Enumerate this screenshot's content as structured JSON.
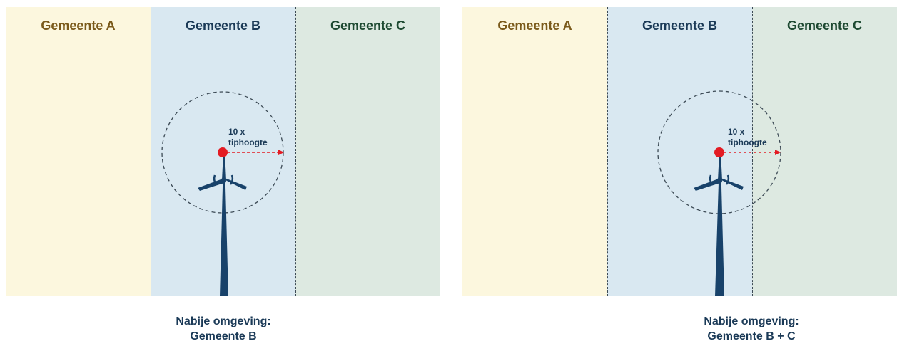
{
  "colors": {
    "zone_a_bg": "#fcf7de",
    "zone_b_bg": "#d9e8f1",
    "zone_c_bg": "#dde9e1",
    "zone_a_text": "#7a5a1a",
    "zone_b_text": "#1b3a57",
    "zone_c_text": "#1e4a32",
    "turbine": "#18426a",
    "hub": "#e31b23",
    "arrow": "#e31b23",
    "circle": "#3c4a55"
  },
  "panels": [
    {
      "zones": [
        {
          "label": "Gemeente A"
        },
        {
          "label": "Gemeente B"
        },
        {
          "label": "Gemeente C"
        }
      ],
      "radius_label_line1": "10 x",
      "radius_label_line2": "tiphoogte",
      "caption_line1": "Nabije omgeving:",
      "caption_line2": "Gemeente B"
    },
    {
      "zones": [
        {
          "label": "Gemeente A"
        },
        {
          "label": "Gemeente B"
        },
        {
          "label": "Gemeente C"
        }
      ],
      "radius_label_line1": "10 x",
      "radius_label_line2": "tiphoogte",
      "caption_line1": "Nabije omgeving:",
      "caption_line2": "Gemeente B + C"
    }
  ]
}
